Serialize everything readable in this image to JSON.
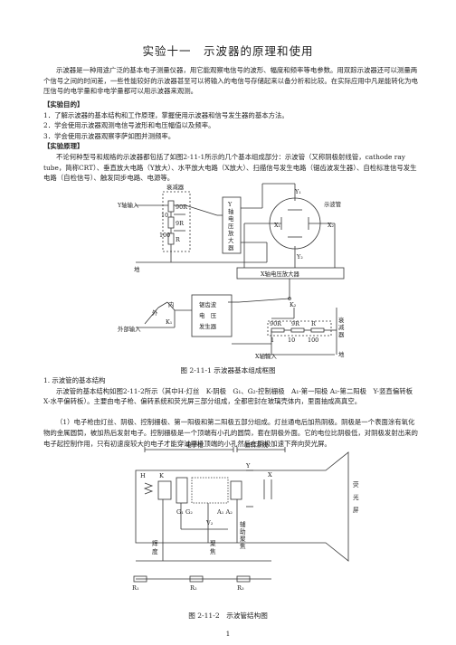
{
  "title": "实验十一　示波器的原理和使用",
  "intro": "示波器是一种用途广泛的基本电子测量仪器，用它能观察电信号的波形、幅度和频率等电参数。用双踪示波器还可以测量两个信号之间的时间差，一些性能较好的示波器甚至可以将输入的电信号存储起来以备分析和比较。在实际应用中凡是能转化为电压信号的电学量和非电学量都可以用示波器来观测。",
  "purpose_heading": "【实验目的】",
  "purpose_items": [
    "1．了解示波器的基本结构和工作原理，掌握使用示波器和信号发生器的基本方法。",
    "2．学会使用示波器观测电信号波形和电压幅值以及频率。",
    "3．学会使用示波器观察李萨如图并测频率。"
  ],
  "principle_heading": "【实验原理】",
  "principle_text": "不论何种型号和规格的示波器都包括了如图2-11-1所示的几个基本组成部分：示波管（又称阴极射线管，cathode ray tube，简称CRT）、垂直放大电路（Y放大）、水平放大电路（X放大）、扫描信号发生电路（锯齿波发生器）、自检标准信号发生电路（自检信号）、触发同步电路、电源等。",
  "fig1": {
    "attenuator": "衰减器",
    "y_input": "Y轴输入",
    "r_9": "90R",
    "r_10": "10",
    "r_1": "9R",
    "r_100": "100",
    "r_r": "R",
    "ground": "地",
    "y_amp": [
      "Y",
      "轴",
      "电",
      "压",
      "放",
      "大",
      "器"
    ],
    "crt": "示波管",
    "y1": "Y₁",
    "y2": "Y₂",
    "x1": "X₁",
    "x2": "X₂",
    "x_amp": "X轴电压放大器",
    "k2": "K₂",
    "inner": "内",
    "outer": "外",
    "k1": "K₁",
    "ext_input": "外部输入",
    "sawtooth": [
      "锯齿波",
      "电　压",
      "发生器"
    ],
    "x_90": "90R",
    "x_9": "9R",
    "x_r": "R",
    "x_1": "1",
    "x_10": "10",
    "x_100": "100",
    "x_att": [
      "衰",
      "减",
      "器"
    ],
    "x_input": "X轴输入",
    "x_ground": "地"
  },
  "fig1_caption": "图 2-11-1 示波器基本组成框图",
  "sec1_heading": "1. 示波管的基本结构",
  "sec1_text": "示波管的基本结构如图2-11-2所示（其中H-灯丝　K-阴极　G₁、G₂-控制栅极　A₁-第一阳极 A₂-第二阳极　Y-竖直偏转板　X-水平偏转板）。主要由电子枪、偏转系统和荧光屏三部分组成，全都密封在玻璃壳体内，里面抽成高真空。",
  "sec1_p2": "（1）电子枪由灯丝、阴极、控制栅极、第一阳极和第二阳极五部分组成。灯丝通电后加热阴极。阴极是一个表面涂有氧化物的金属圆筒，被加热后发射电子。控制栅极是一个顶端有小孔的圆筒，套在阴极外面。它的电位比阴极低，对阴极发射出来的电子起控制作用，只有初速度较大的电子才能穿过栅极顶端的小孔然后在阴极加速下奔向荧光屏。",
  "fig2": {
    "gun": "电子枪",
    "deflect": "偏转系统",
    "screen": [
      "荧",
      "光",
      "屏"
    ],
    "h": "H",
    "k": "K",
    "g": "G₁ G₂",
    "a": "A₁ A₂",
    "y": "Y",
    "x": "X",
    "v2": "V₂",
    "bright": [
      "辉",
      "度"
    ],
    "focus": [
      "聚",
      "焦"
    ],
    "aux_focus": [
      "辅",
      "助",
      "聚",
      "焦"
    ],
    "r1": "R₁",
    "r2": "R₂",
    "r3": "R₃"
  },
  "fig2_caption": "图 2-11-2　示波管结构图",
  "page_number": "1"
}
